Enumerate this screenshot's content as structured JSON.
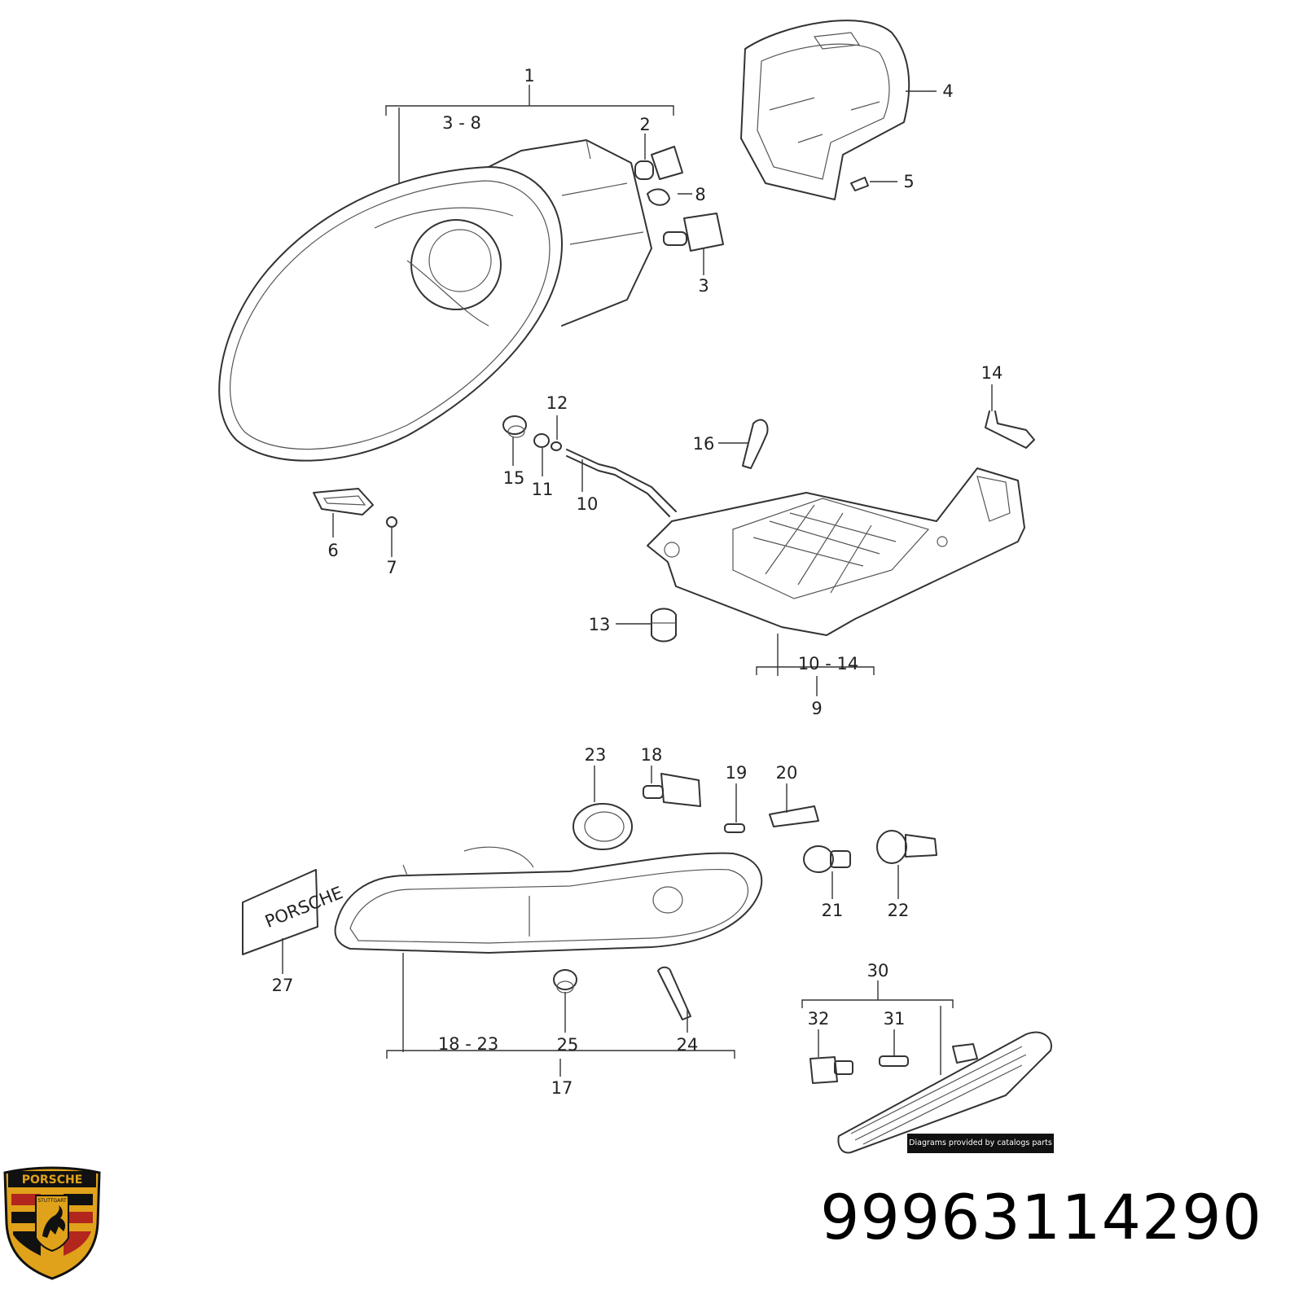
{
  "diagram": {
    "callouts": {
      "c1": "1",
      "c1_range": "3 - 8",
      "c2": "2",
      "c3": "3",
      "c4": "4",
      "c5": "5",
      "c6": "6",
      "c7": "7",
      "c8": "8",
      "c9": "9",
      "c9_range": "10 - 14",
      "c10": "10",
      "c11": "11",
      "c12": "12",
      "c13": "13",
      "c14": "14",
      "c15": "15",
      "c16": "16",
      "c17": "17",
      "c17_range": "18 - 23",
      "c18": "18",
      "c19": "19",
      "c20": "20",
      "c21": "21",
      "c22": "22",
      "c23": "23",
      "c24": "24",
      "c25": "25",
      "c27": "27",
      "c30": "30",
      "c31": "31",
      "c32": "32"
    },
    "decal_text": "PORSCHE",
    "credit": "Diagrams provided by catalogs parts"
  },
  "part_number": "99963114290",
  "brand": {
    "logo_top_text": "PORSCHE",
    "logo_mid_text": "STUTTGART",
    "colors": {
      "gold": "#e0a21a",
      "red": "#b3261e",
      "black": "#111111"
    }
  }
}
